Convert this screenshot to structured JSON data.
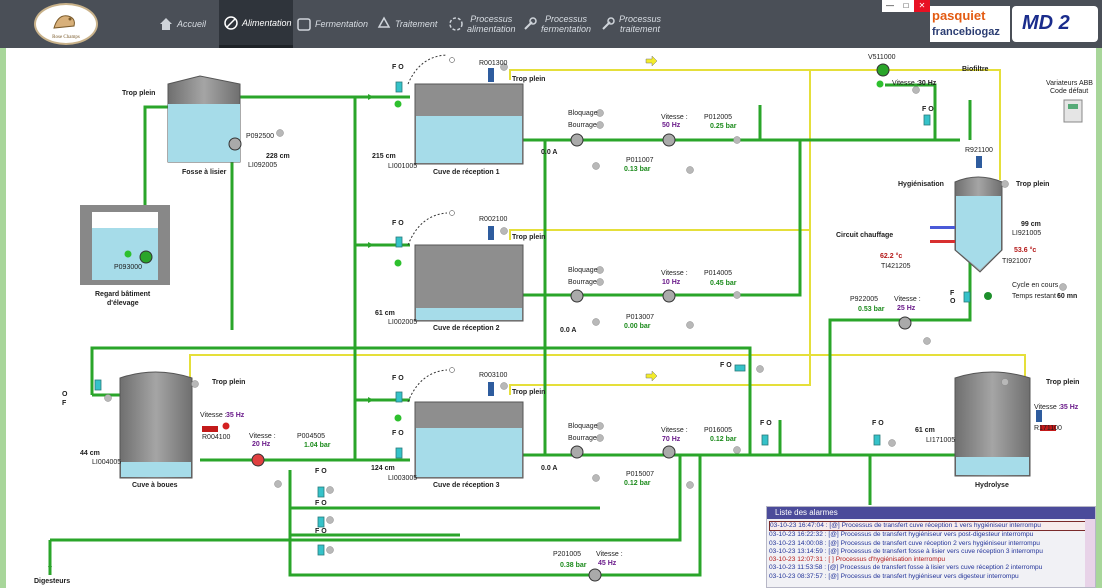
{
  "nav": {
    "accueil": "Accueil",
    "alimentation": "Alimentation",
    "fermentation": "Fermentation",
    "traitement": "Traitement",
    "proc_alim_1": "Processus",
    "proc_alim_2": "alimentation",
    "proc_ferm_1": "Processus",
    "proc_ferm_2": "fermentation",
    "proc_trait_1": "Processus",
    "proc_trait_2": "traitement"
  },
  "window": {
    "minimize": "—",
    "maximize": "□",
    "close": "✕"
  },
  "brand": {
    "farm": "Rose Champs",
    "pasquiet": "pasquiet",
    "francebiogaz": "francebiogaz",
    "md2": "MD 2"
  },
  "labels": {
    "trop_plein": "Trop plein",
    "fosse": "Fosse à lisier",
    "regard_1": "Regard bâtiment",
    "regard_2": "d'élevage",
    "cuve1": "Cuve de réception 1",
    "cuve2": "Cuve de réception 2",
    "cuve3": "Cuve de réception 3",
    "cuve_boues": "Cuve à boues",
    "hydrolyse": "Hydrolyse",
    "hygienisation": "Hygiénisation",
    "biofiltre": "Biofiltre",
    "digesteurs": "Digesteurs",
    "circuit": "Circuit chauffage",
    "bloquage": "Bloquage",
    "bourrage": "Bourrage",
    "vitesse": "Vitesse :",
    "variateurs_1": "Variateurs ABB",
    "variateurs_2": "Code défaut",
    "cycle": "Cycle en cours",
    "temps": "Temps restant :",
    "temps_val": "60 mn",
    "fo_f": "F",
    "fo_o": "O"
  },
  "tags": {
    "P092500": "P092500",
    "LI092005": "LI092005",
    "lvl_fosse": "228 cm",
    "P093000": "P093000",
    "R001300": "R001300",
    "LI001005": "LI001005",
    "lvl_c1": "215 cm",
    "P011007": "P011007",
    "p_c1": "0.13 bar",
    "P012005": "P012005",
    "p2_c1": "0.25 bar",
    "v_c1": "50 Hz",
    "a_c1": "0.0 A",
    "R002100": "R002100",
    "LI002005": "LI002005",
    "lvl_c2": "61 cm",
    "P013007": "P013007",
    "p_c2": "0.00 bar",
    "P014005": "P014005",
    "p2_c2": "0.45 bar",
    "v_c2": "10 Hz",
    "a_c2": "0.0 A",
    "R003100": "R003100",
    "LI003005": "LI003005",
    "lvl_c3": "124 cm",
    "P015007": "P015007",
    "p_c3": "0.12 bar",
    "P016005": "P016005",
    "p2_c3": "0.12 bar",
    "v_c3": "70 Hz",
    "a_c3": "0.0 A",
    "LI004005": "LI004005",
    "lvl_boues": "44 cm",
    "R004100": "R004100",
    "v_boues": "35 Hz",
    "P004505": "P004505",
    "p_boues": "1.04 bar",
    "v_boues2": "20 Hz",
    "V511000": "V511000",
    "v_bio": "30 Hz",
    "R921100": "R921100",
    "LI921005": "LI921005",
    "lvl_hyg": "99 cm",
    "TI921007": "TI921007",
    "t_hyg": "53.6 °c",
    "TI421205": "TI421205",
    "t_circ": "62.2 °c",
    "P922005": "P922005",
    "p_hyg": "0.53 bar",
    "v_hyg": "25 Hz",
    "LI171005": "LI171005",
    "lvl_hydro": "61 cm",
    "R171100": "R171100",
    "v_hydro": "35 Hz",
    "P201005": "P201005",
    "p_dig": "0.38 bar",
    "v_dig": "45 Hz"
  },
  "alarms": {
    "title": "Liste des alarmes",
    "rows": [
      "03-10-23 16:47:04 : [@] Processus de transfert cuve réception 1 vers hygiéniseur interrompu",
      "03-10-23 16:22:32 : [@] Processus de transfert hygiéniseur vers post-digesteur interrompu",
      "03-10-23 14:00:08 : [@] Processus de transfert cuve réception 2 vers hygiéniseur interrompu",
      "03-10-23 13:14:59 : [@] Processus de transfert fosse à lisier vers cuve réception 3 interrompu",
      "03-10-23 12:07:31 : [ ] Processus d'hygiénisation interrompu",
      "03-10-23 11:53:58 : [@] Processus de transfert fosse à lisier vers cuve réception 2 interrompu",
      "03-10-23 08:37:57 : [@] Processus de transfert hygiéniseur vers digesteur interrompu"
    ]
  },
  "colors": {
    "pipe_green": "#2aa52a",
    "pipe_yellow": "#e8e23a",
    "liquid": "#a6dce9",
    "tank": "#8a8a8a",
    "topbar": "#4a4f57"
  }
}
